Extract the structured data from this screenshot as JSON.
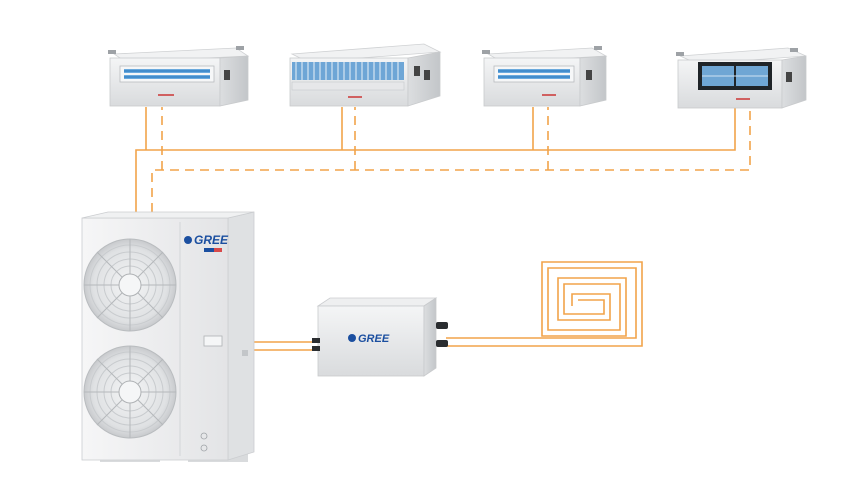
{
  "outdoor_unit": {
    "brand": "GREE",
    "badge": "",
    "fan_count": 2
  },
  "hydro_box": {
    "brand": "GREE"
  },
  "indoor_units": [
    {
      "type": "duct",
      "grille": "blue-stripe"
    },
    {
      "type": "duct",
      "grille": "fin-coil"
    },
    {
      "type": "duct",
      "grille": "blue-stripe"
    },
    {
      "type": "duct",
      "grille": "panel-window"
    }
  ],
  "colors": {
    "pipe": "#f2a34a",
    "unit_body": "#e9eaeb",
    "unit_shadow": "#c9cbcd",
    "grille_blue": "#3d8fd3",
    "brand_blue": "#1b4fa0",
    "background": "#ffffff"
  },
  "floor_heating": {
    "pattern": "spiral-coil"
  }
}
